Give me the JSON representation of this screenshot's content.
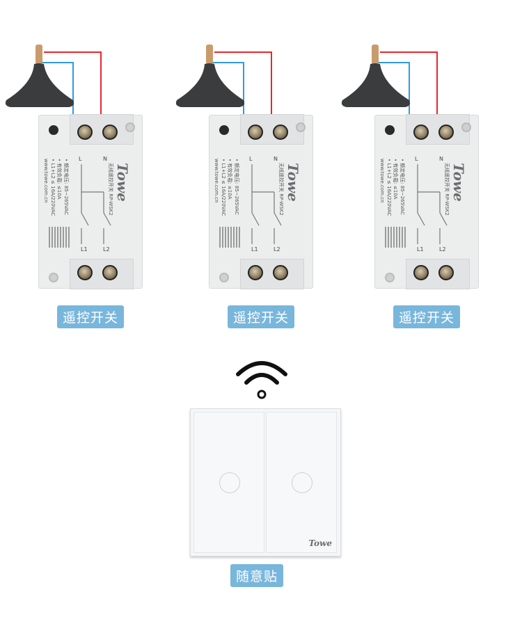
{
  "modules": [
    {
      "label": "遥控开关"
    },
    {
      "label": "遥控开关"
    },
    {
      "label": "遥控开关"
    }
  ],
  "module_print": {
    "brand": "Towe",
    "product": "无线遥控开关  RP-WSK2",
    "spec_voltage": "• 额定电压: 85~265VAC",
    "spec_load": "• 有效负载: ≤10A",
    "spec_total": "• L1+L2 ≤ 16A/220VAC",
    "website": "www.towe.com.cn",
    "terminal_l": "L",
    "terminal_n": "N",
    "terminal_l1": "L1",
    "terminal_l2": "L2"
  },
  "panel": {
    "brand": "Towe",
    "label": "随意贴"
  },
  "colors": {
    "badge": "#79b6dc",
    "live_wire": "#e8262c",
    "neutral_wire": "#2f9ae0"
  }
}
